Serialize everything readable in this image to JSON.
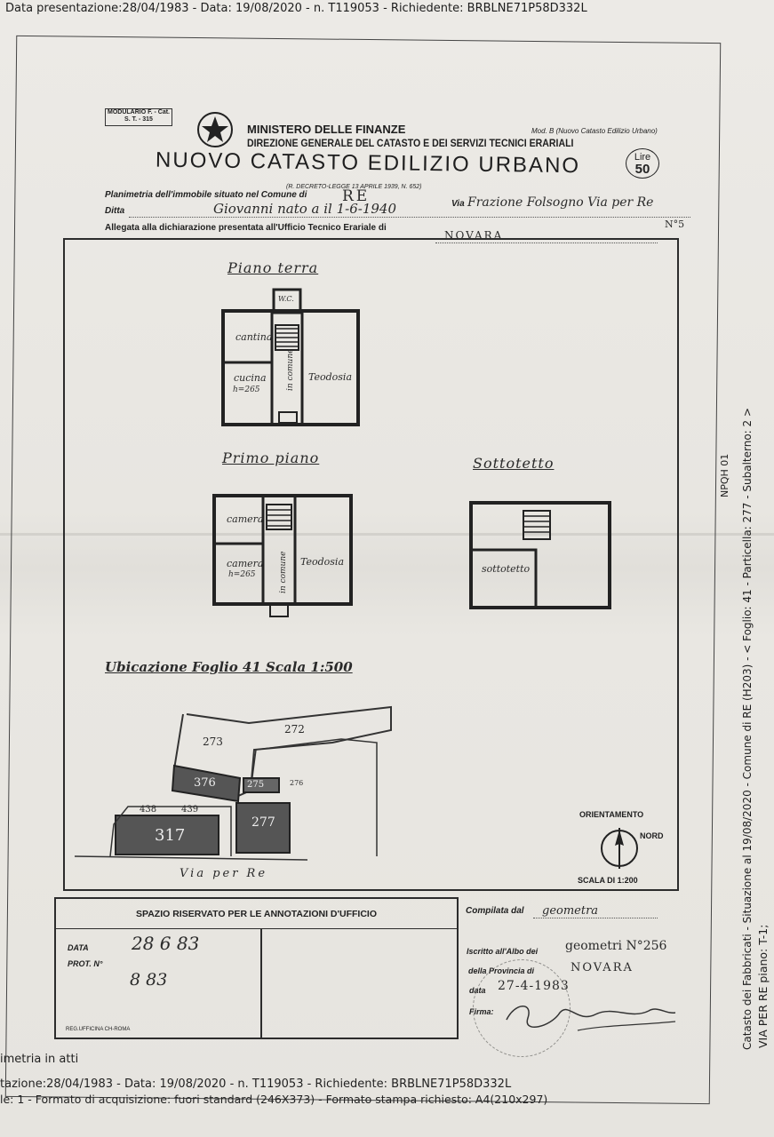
{
  "header": {
    "top_line": "Data presentazione:28/04/1983 - Data: 19/08/2020 - n. T119053 - Richiedente: BRBLNE71P58D332L"
  },
  "form": {
    "modulario": "MODULARIO F. - Cat. S. T. - 315",
    "ministry": "MINISTERO DELLE FINANZE",
    "direction": "DIREZIONE GENERALE DEL CATASTO E DEI SERVIZI TECNICI ERARIALI",
    "model": "Mod. B (Nuovo Catasto Edilizio Urbano)",
    "title": "NUOVO CATASTO EDILIZIO URBANO",
    "lire_label": "Lire",
    "lire_value": "50",
    "decree": "(R. DECRETO-LEGGE 13 APRILE 1939, N. 652)",
    "planimetria_label": "Planimetria dell'immobile situato nel Comune di",
    "comune": "RE",
    "via_label": "Via",
    "via_value": "Frazione Folsogno Via per Re",
    "ditta_label": "Ditta",
    "ditta_value": "Giovanni nato a   il 1-6-1940",
    "numero": "N°5",
    "allegata_label": "Allegata alla dichiarazione presentata all'Ufficio Tecnico Erariale di",
    "ufficio": "NOVARA"
  },
  "plan": {
    "floor_ground": "Piano terra",
    "floor_first": "Primo piano",
    "floor_attic": "Sottotetto",
    "rooms_ground": {
      "wc": "W.C.",
      "cantina": "cantina",
      "cucina": "cucina",
      "cucina_h": "h=265",
      "comune": "in comune",
      "other": "Teodosia"
    },
    "rooms_first": {
      "camera1": "camera",
      "camera2": "camera",
      "camera_h": "h=265",
      "comune": "in comune",
      "other": "Teodosia"
    },
    "rooms_attic": {
      "sottotetto": "sottotetto"
    },
    "ubicazione": "Ubicazione Foglio 41 Scala 1:500",
    "parcels": [
      "273",
      "272",
      "376",
      "275",
      "276",
      "438",
      "439",
      "317",
      "277"
    ],
    "street": "Via per Re",
    "orientation_label": "ORIENTAMENTO",
    "north": "NORD",
    "scale": "SCALA DI 1:200"
  },
  "office": {
    "title": "SPAZIO RISERVATO PER LE ANNOTAZIONI D'UFFICIO",
    "data_label": "DATA",
    "data_value": "28 6 83",
    "prot_label": "PROT. N°",
    "prot_value": "8 83",
    "footer_small": "REG.UFFICINA CH-ROMA"
  },
  "compiler": {
    "compilata_label": "Compilata dal",
    "compilata_value": "geometra",
    "iscritto_label": "Iscritto all'Albo dei",
    "iscritto_value": "geometri N°256",
    "provincia_label": "della Provincia di",
    "provincia_value": "NOVARA",
    "data_label": "data",
    "data_value": "27-4-1983",
    "firma_label": "Firma:"
  },
  "footer": {
    "line1": "imetria in atti",
    "line2": "tazione:28/04/1983 - Data: 19/08/2020 - n. T119053 - Richiedente: BRBLNE71P58D332L",
    "line3": "le: 1 - Formato di acquisizione: fuori standard (246X373) - Formato stampa richiesto: A4(210x297)"
  },
  "side": {
    "line1": "Catasto dei Fabbricati - Situazione al 19/08/2020 - Comune di RE (H203) - < Foglio: 41 - Particella: 277 - Subalterno: 2 >",
    "line2": "VIA PER RE piano: T-1;",
    "stamp": "NPQH 01"
  }
}
